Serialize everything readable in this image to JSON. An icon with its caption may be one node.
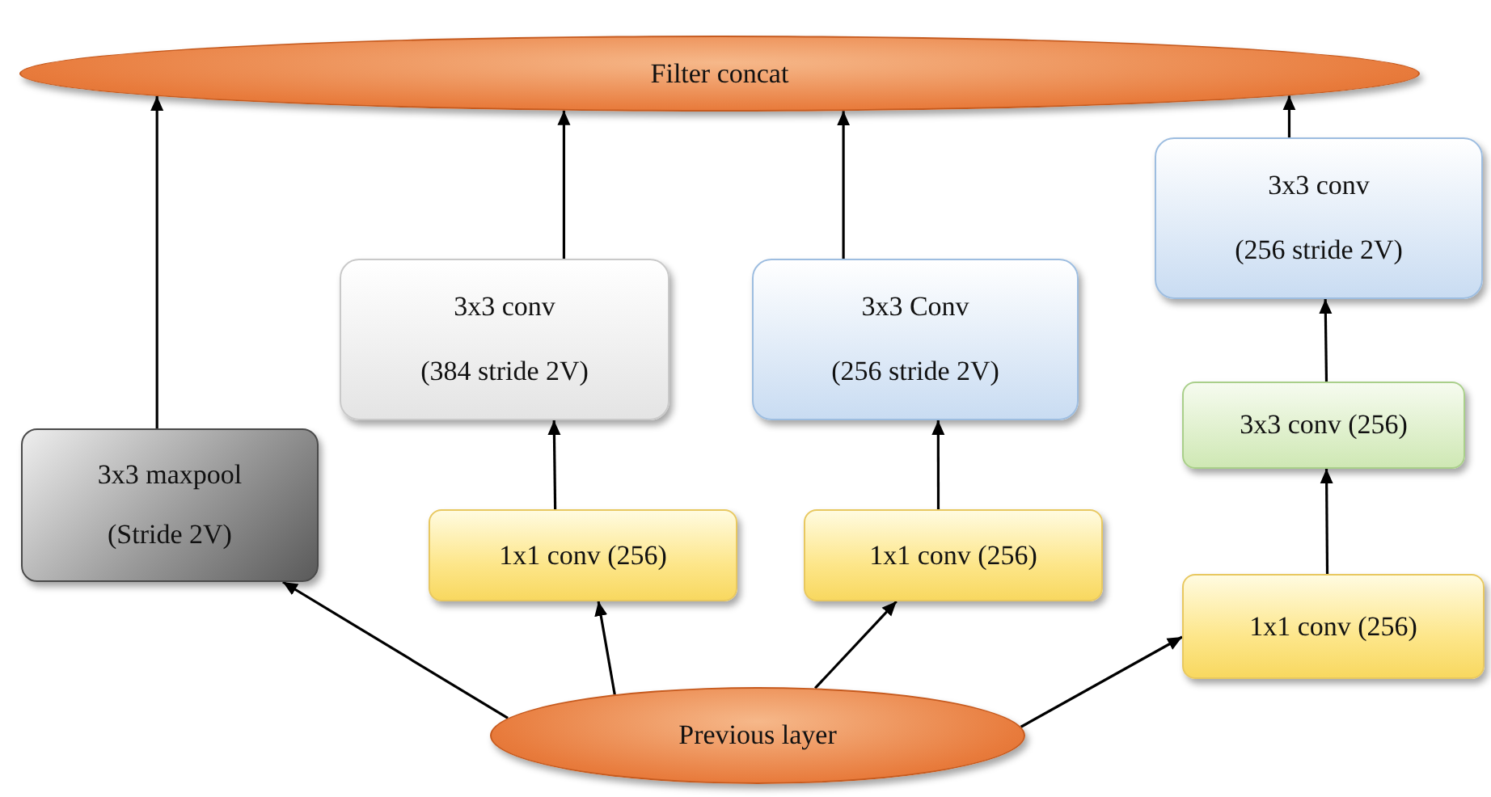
{
  "diagram": {
    "nodes": [
      {
        "text": [
          "Filter concat"
        ]
      },
      {
        "text": [
          "3x3 maxpool",
          "(Stride 2V)"
        ]
      },
      {
        "text": [
          "3x3 conv",
          "(384 stride 2V)"
        ]
      },
      {
        "text": [
          "1x1 conv (256)"
        ]
      },
      {
        "text": [
          "3x3 Conv",
          "(256 stride 2V)"
        ]
      },
      {
        "text": [
          "1x1 conv (256)"
        ]
      },
      {
        "text": [
          "3x3 conv",
          "(256 stride 2V)"
        ]
      },
      {
        "text": [
          "3x3 conv (256)"
        ]
      },
      {
        "text": [
          "1x1 conv (256)"
        ]
      },
      {
        "text": [
          "Previous layer"
        ]
      }
    ],
    "edges": [
      {
        "from": 1,
        "to": 0,
        "arrow": "to"
      },
      {
        "from": 2,
        "to": 0,
        "arrow": "to"
      },
      {
        "from": 3,
        "to": 2,
        "arrow": "to"
      },
      {
        "from": 4,
        "to": 0,
        "arrow": "to"
      },
      {
        "from": 5,
        "to": 4,
        "arrow": "to"
      },
      {
        "from": 6,
        "to": 0,
        "arrow": "to"
      },
      {
        "from": 7,
        "to": 6,
        "arrow": "to"
      },
      {
        "from": 8,
        "to": 7,
        "arrow": "to"
      },
      {
        "from": 9,
        "to": 1,
        "arrow": "to"
      },
      {
        "from": 9,
        "to": 3,
        "arrow": "to"
      },
      {
        "from": 9,
        "to": 5,
        "arrow": "to"
      },
      {
        "from": 9,
        "to": 8,
        "arrow": "to"
      }
    ]
  }
}
